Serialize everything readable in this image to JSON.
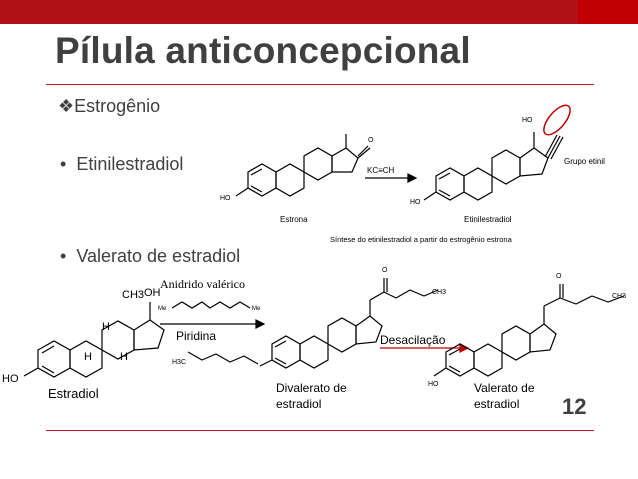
{
  "slide": {
    "title": "Pílula anticoncepcional",
    "slide_number": "12"
  },
  "bullets": {
    "estrogenio": "Estrogênio",
    "etinilestradiol": "Etinilestradiol",
    "valerato": "Valerato de estradiol"
  },
  "scheme1": {
    "estrona": "Estrona",
    "etinilestradiol": "Etinilestradiol",
    "grupo_etinil": "Grupo etinil",
    "caption": "Síntese do etinilestradiol a partir do estrogênio estrona",
    "reagent": "KC≡CH",
    "ho_left": "HO",
    "ho_right": "HO",
    "o_label": "O",
    "ho_top": "HO"
  },
  "scheme2": {
    "estradiol": "Estradiol",
    "divalerato_line1": "Divalerato de",
    "divalerato_line2": "estradiol",
    "valerato_line1": "Valerato de",
    "valerato_line2": "estradiol",
    "anidrido": "Anidrido valérico",
    "piridina": "Piridina",
    "desacilacao": "Desacilação",
    "ho": "HO",
    "ch3": "CH3",
    "oh": "OH",
    "h": "H",
    "o": "O",
    "me": "Me",
    "h3c": "H3C"
  },
  "colors": {
    "topbar": "#b01116",
    "divider": "#c6171c",
    "text": "#404040",
    "highlight_circle": "#c00000",
    "arrow": "#c00000"
  }
}
